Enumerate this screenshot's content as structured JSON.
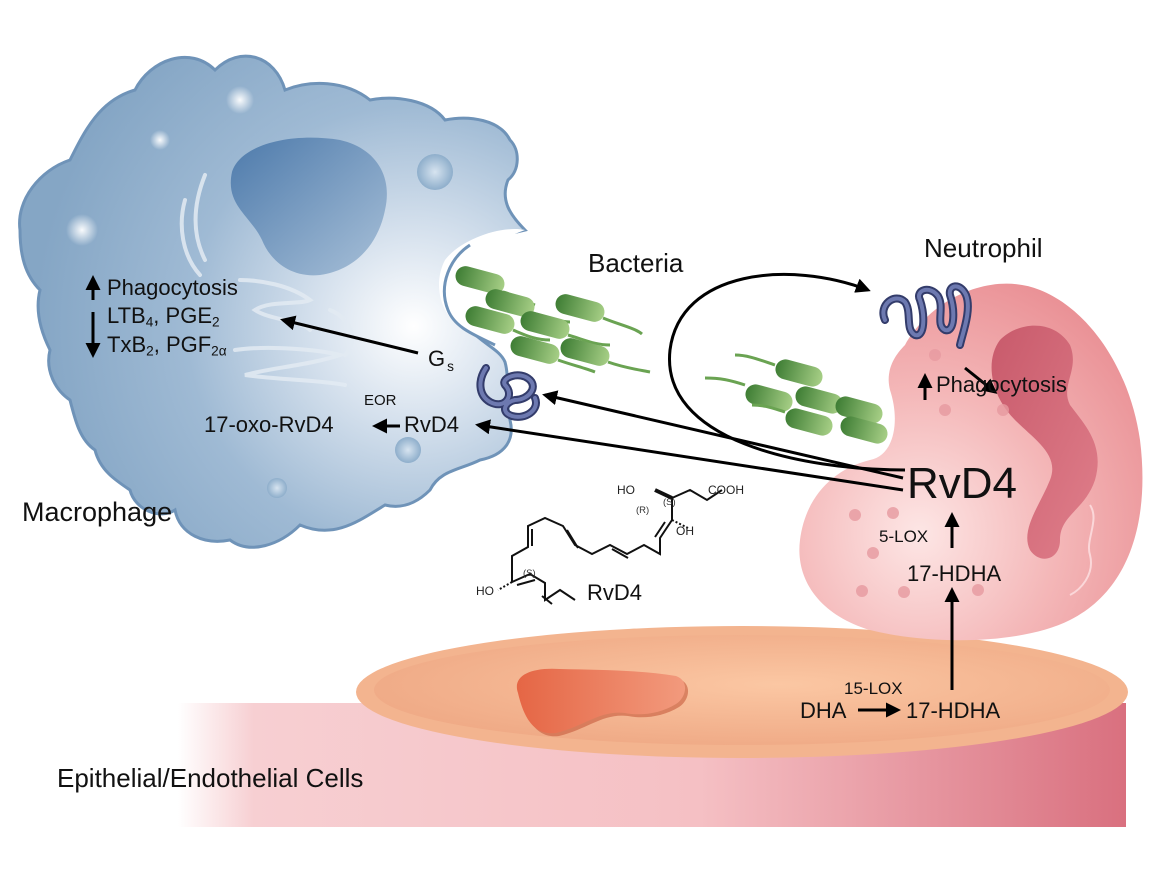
{
  "figure": {
    "title": "RvD4 biosynthesis and actions in macrophages and neutrophils",
    "colors": {
      "macrophage": "#8eaecb",
      "macrophage_nucleus": "#5b86b4",
      "neutrophil": "#f0a9aa",
      "neutrophil_nucleus": "#cd6675",
      "epithelium": "#f1b087",
      "epithelium_nucleus": "#e8704d",
      "bacteria": "#4f8c3f",
      "receptor": "#4d5a92",
      "arrow": "#000000"
    }
  },
  "macrophage": {
    "label": "Macrophage",
    "effects": {
      "up_item": "Phagocytosis",
      "down_items": [
        {
          "base": "LTB",
          "sub1": "4",
          "sep": ", ",
          "base2": "PGE",
          "sub2": "2"
        },
        {
          "base": "TxB",
          "sub1": "2",
          "sep": ", ",
          "base2": "PGF",
          "sub2": "2α"
        }
      ]
    },
    "gprotein": {
      "base": "G",
      "sub": "s"
    },
    "metabolism": {
      "enzyme": "EOR",
      "product": "17-oxo-RvD4",
      "substrate": "RvD4"
    }
  },
  "bacteria": {
    "label": "Bacteria"
  },
  "neutrophil": {
    "label": "Neutrophil",
    "effect": "Phagocytosis",
    "main_product": "RvD4",
    "enzyme": "5-LOX",
    "intermediate": "17-HDHA"
  },
  "structure": {
    "name": "RvD4",
    "groups": {
      "ho_top": "HO",
      "cooh": "COOH",
      "oh": "OH",
      "ho_bottom": "HO",
      "stereo_s1": "(S)",
      "stereo_r": "(R)",
      "stereo_s2": "(S)"
    }
  },
  "epithelium": {
    "label": "Epithelial/Endothelial Cells",
    "substrate": "DHA",
    "enzyme": "15-LOX",
    "product": "17-HDHA"
  }
}
